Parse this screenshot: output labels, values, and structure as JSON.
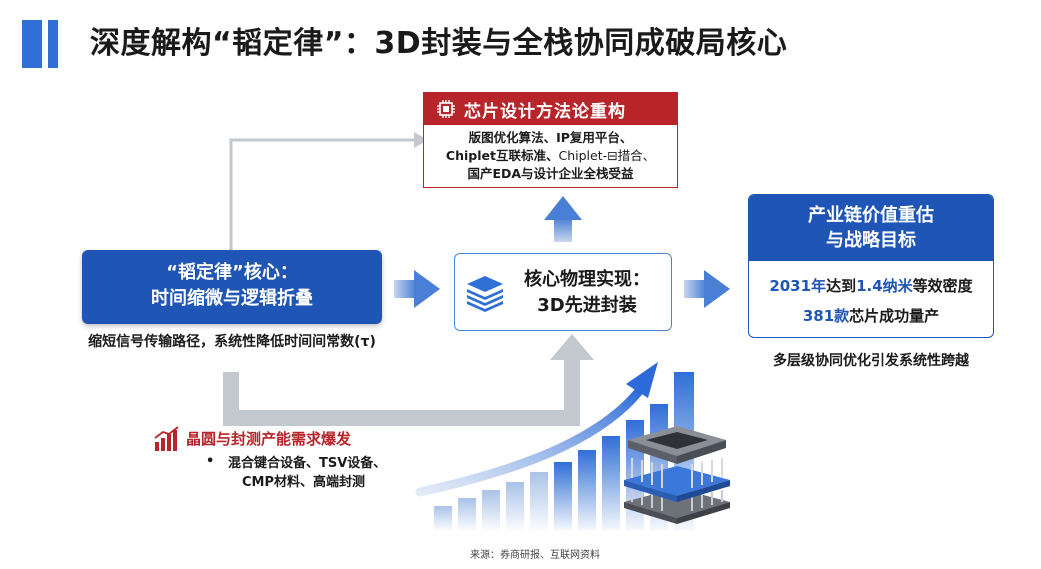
{
  "header": {
    "title": "深度解构“韬定律”：3D封装与全栈协同成破局核心",
    "accent_color": "#1f55b4"
  },
  "method": {
    "icon": "chip-icon",
    "title": "芯片设计方法论重构",
    "lines": [
      "版图优化算法、IP复用平台、",
      "Chiplet互联标准、",
      "Chiplet-⊟措合、",
      "国产EDA与设计企业全栈受益"
    ],
    "color": "#b7252a"
  },
  "core": {
    "line1": "“韬定律”核心：",
    "line2": "时间缩微与逻辑折叠",
    "desc": "缩短信号传输路径，系统性降低时间间常数(τ)"
  },
  "physical": {
    "icon": "stack-layers-icon",
    "line1": "核心物理实现：",
    "line2": "3D先进封装"
  },
  "value": {
    "title1": "产业链价值重估",
    "title2": "与战略目标",
    "line1_a": "2031年",
    "line1_b": "达到",
    "line1_c": "1.4纳米",
    "line1_d": "等效密度",
    "line2_a": "381款",
    "line2_b": "芯片成功量产",
    "caption": "多层级协同优化引发系统性跨越"
  },
  "demand": {
    "icon": "bar-chart-icon",
    "title": "晶圆与封测产能需求爆发",
    "bullet": "•",
    "line1": "混合键合设备、TSV设备、",
    "line2": "CMP材料、高端封测"
  },
  "source": "来源：券商研报、互联网资料"
}
